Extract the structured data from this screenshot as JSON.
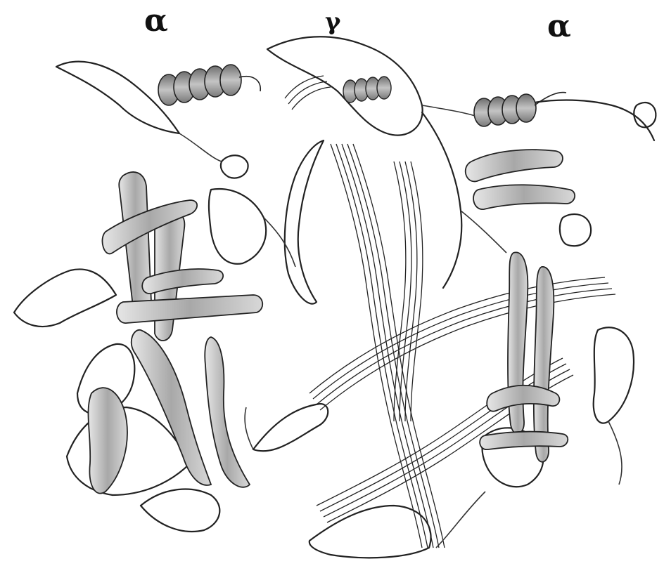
{
  "figure": {
    "labels": {
      "left_subunit": "α",
      "center_subunit": "γ",
      "right_subunit": "α"
    },
    "colors": {
      "background": "#ffffff",
      "ribbon_outline": "#222222",
      "ribbon_fill": "#bdbdbd",
      "helix_fill": "#8f8f8f"
    }
  }
}
